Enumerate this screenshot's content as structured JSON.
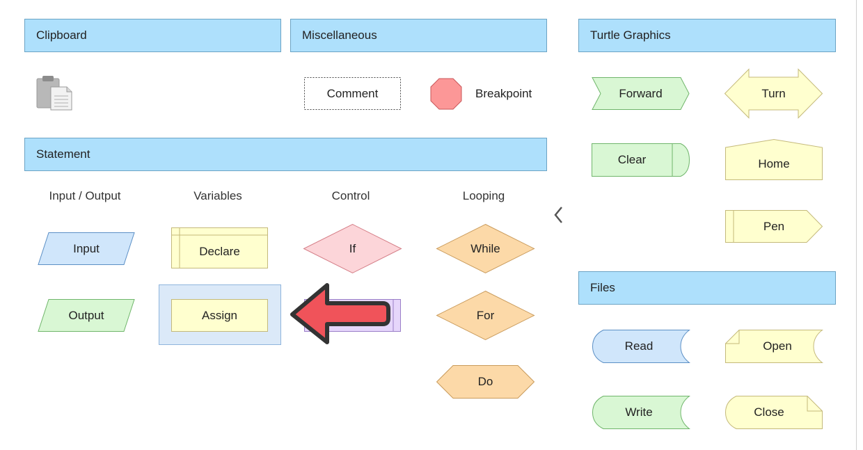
{
  "sections": {
    "clipboard": "Clipboard",
    "misc": "Miscellaneous",
    "turtle": "Turtle Graphics",
    "statement": "Statement",
    "files": "Files"
  },
  "misc": {
    "comment": "Comment",
    "breakpoint": "Breakpoint"
  },
  "columns": {
    "io": "Input / Output",
    "variables": "Variables",
    "control": "Control",
    "looping": "Looping"
  },
  "statement": {
    "input": "Input",
    "output": "Output",
    "declare": "Declare",
    "assign": "Assign",
    "if": "If",
    "call": "",
    "while": "While",
    "for": "For",
    "do": "Do"
  },
  "turtle": {
    "forward": "Forward",
    "turn": "Turn",
    "clear": "Clear",
    "home": "Home",
    "pen": "Pen"
  },
  "files": {
    "read": "Read",
    "open": "Open",
    "write": "Write",
    "close": "Close"
  },
  "colors": {
    "header": "#aee0fc",
    "blue": "#d0e6fb",
    "green": "#d9f7d4",
    "yellow": "#ffffcf",
    "pink": "#fcd5d9",
    "orange": "#fcd9a8",
    "purple": "#e6d6fb",
    "breakpoint": "#fc9797",
    "highlight": "#dbe9f8",
    "arrow": "#f0535a"
  },
  "icons": [
    "clipboard-icon",
    "octagon-icon",
    "chevron-left-icon",
    "pointer-arrow-icon"
  ]
}
